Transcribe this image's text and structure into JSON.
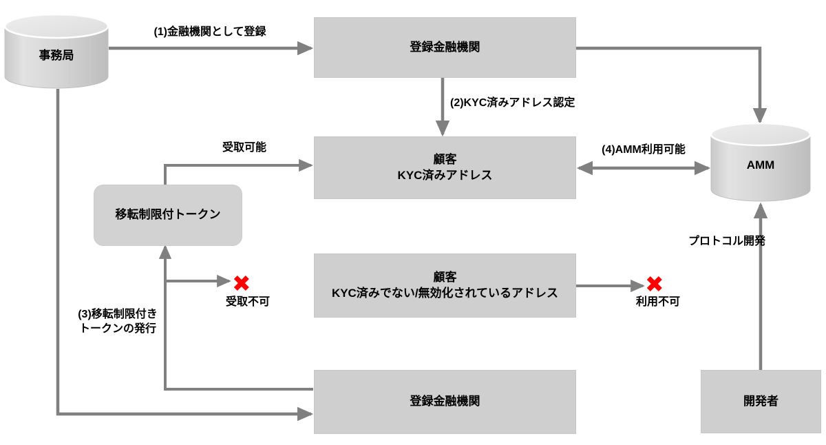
{
  "diagram": {
    "title": "KYC / AMM token flow diagram",
    "colors": {
      "box_fill": "#cfcfcf",
      "rounded_box_fill": "#d2d2d2",
      "cylinder_fill": "#d6d6d6",
      "line": "#808080",
      "text": "#000000",
      "error": "#ff0000",
      "background": "#ffffff"
    },
    "nodes": {
      "secretariat": {
        "label": "事務局",
        "shape": "cylinder"
      },
      "registered_fi_top": {
        "label": "登録金融機関",
        "shape": "rectangle"
      },
      "customer_kyc": {
        "label": "顧客\nKYC済みアドレス",
        "shape": "rectangle"
      },
      "customer_non_kyc": {
        "label": "顧客\nKYC済みでない/無効化されているアドレス",
        "shape": "rectangle"
      },
      "restricted_token": {
        "label": "移転制限付トークン",
        "shape": "rounded-rectangle"
      },
      "registered_fi_bottom": {
        "label": "登録金融機関",
        "shape": "rectangle"
      },
      "amm": {
        "label": "AMM",
        "shape": "cylinder"
      },
      "developer": {
        "label": "開発者",
        "shape": "rectangle"
      }
    },
    "edges": [
      {
        "id": "e1",
        "label": "(1)金融機関として登録",
        "from": "secretariat",
        "to": "registered_fi_top"
      },
      {
        "id": "e2",
        "label": "(2)KYC済みアドレス認定",
        "from": "registered_fi_top",
        "to": "customer_kyc"
      },
      {
        "id": "e3",
        "label": "(3)移転制限付き\nトークンの発行",
        "from": "secretariat",
        "to": "registered_fi_bottom"
      },
      {
        "id": "e4",
        "label": "(4)AMM利用可能",
        "from": "customer_kyc",
        "to": "amm",
        "bidirectional": true
      },
      {
        "id": "e5",
        "label": "受取可能",
        "from": "restricted_token",
        "to": "customer_kyc"
      },
      {
        "id": "e6",
        "label": "受取不可",
        "from": "restricted_token",
        "to": "blocked-receive"
      },
      {
        "id": "e7",
        "label": "利用不可",
        "from": "customer_non_kyc",
        "to": "blocked-use"
      },
      {
        "id": "e8",
        "label": "プロトコル開発",
        "from": "developer",
        "to": "amm"
      }
    ],
    "markers": {
      "x_glyph": "✖",
      "blocked_receive_label": "受取不可",
      "blocked_use_label": "利用不可"
    }
  }
}
